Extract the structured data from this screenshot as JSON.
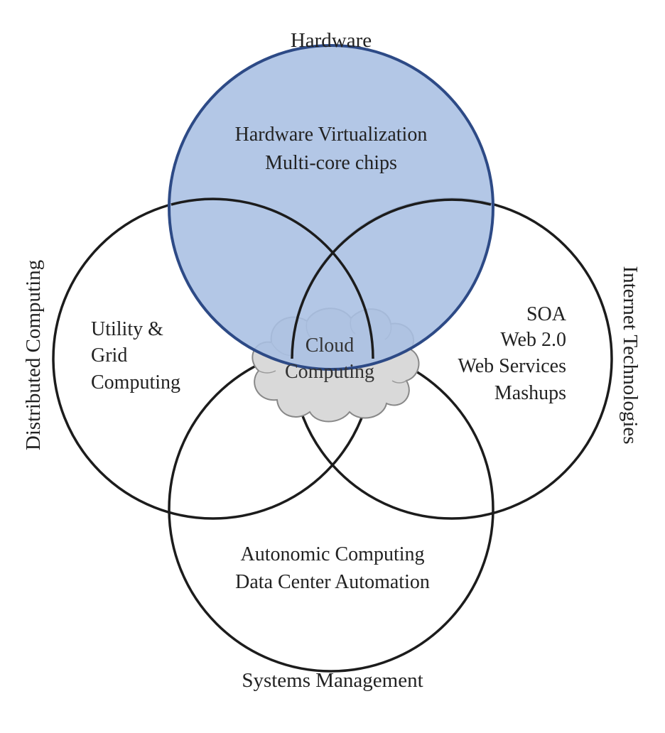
{
  "diagram": {
    "titles": {
      "hardware": "Hardware",
      "distributed": "Distributed Computing",
      "internet": "Internet Technologies",
      "systems": "Systems Management"
    },
    "hardware_region": {
      "line1": "Hardware Virtualization",
      "line2": "Multi-core chips"
    },
    "distributed_region": {
      "line1": "Utility &",
      "line2": "Grid",
      "line3": "Computing"
    },
    "internet_region": {
      "line1": "SOA",
      "line2": "Web 2.0",
      "line3": "Web Services",
      "line4": "Mashups"
    },
    "systems_region": {
      "line1": "Autonomic Computing",
      "line2": "Data Center Automation"
    },
    "center": {
      "line1": "Cloud",
      "line2": "Computing"
    },
    "colors": {
      "hardware_fill": "#a9bfe3",
      "hardware_stroke": "#2d4a86",
      "circle_stroke": "#1c1c1c",
      "cloud_fill": "#d9d9d9",
      "cloud_stroke": "#888888"
    }
  }
}
